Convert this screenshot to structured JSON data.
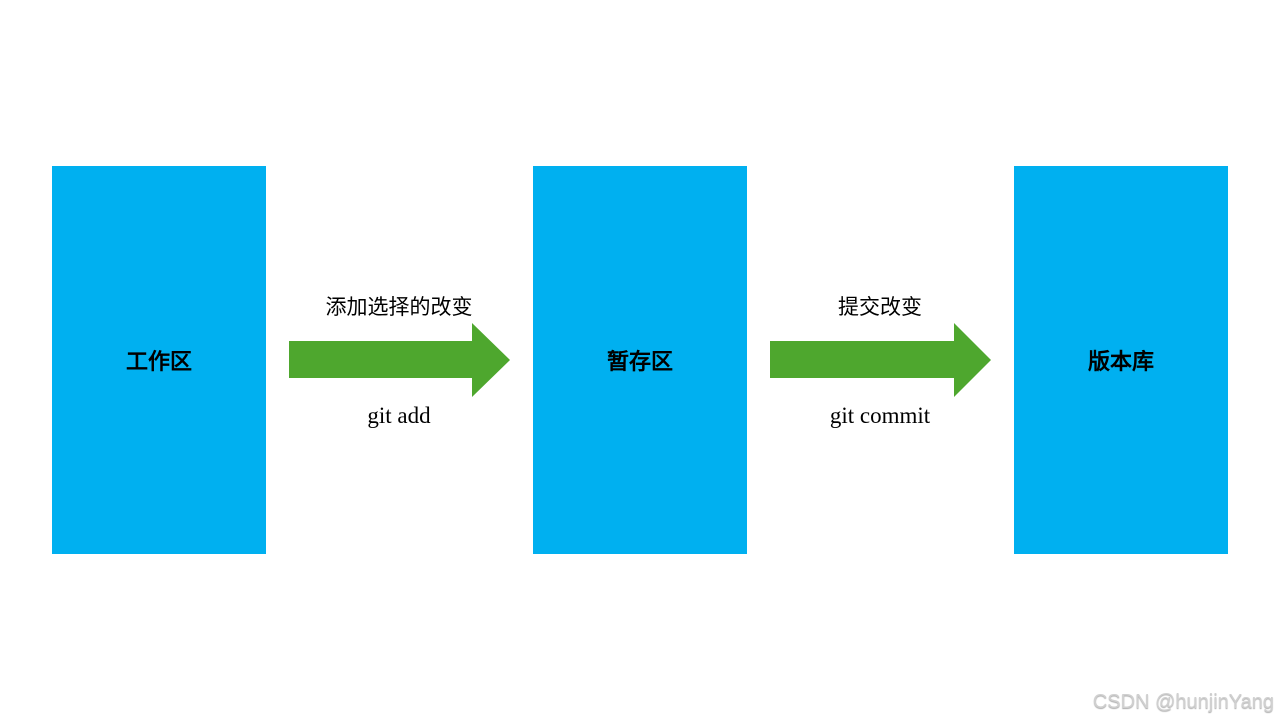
{
  "stages": [
    {
      "label": "工作区"
    },
    {
      "label": "暂存区"
    },
    {
      "label": "版本库"
    }
  ],
  "transitions": [
    {
      "description": "添加选择的改变",
      "command": "git add"
    },
    {
      "description": "提交改变",
      "command": "git commit"
    }
  ],
  "colors": {
    "box": "#00b0f0",
    "arrow": "#4ea72e"
  },
  "watermark": "CSDN @hunjinYang"
}
